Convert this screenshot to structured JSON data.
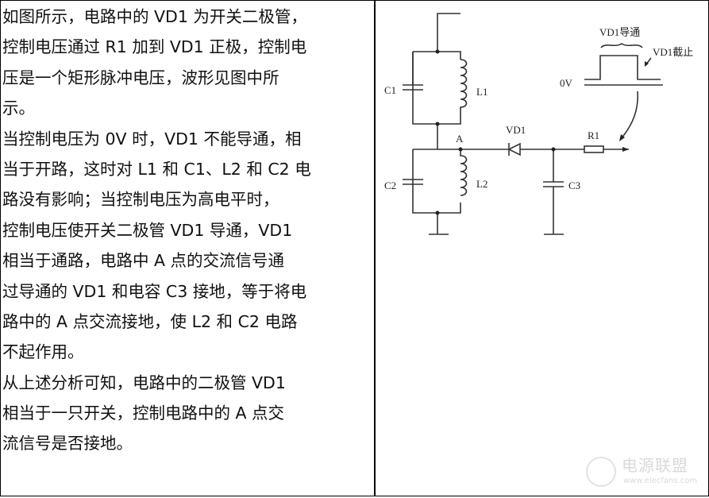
{
  "explanation": {
    "lines": [
      "如图所示，电路中的 VD1 为开关二极管，",
      "控制电压通过 R1 加到 VD1 正极，控制电",
      "压是一个矩形脉冲电压，波形见图中所",
      "示。",
      "当控制电压为 0V 时，VD1 不能导通，相",
      "当于开路，这时对 L1 和 C1、L2 和 C2 电",
      "路没有影响；当控制电压为高电平时，",
      "控制电压使开关二极管 VD1 导通，VD1",
      "相当于通路，电路中 A 点的交流信号通",
      "过导通的 VD1 和电容 C3 接地，等于将电",
      "路中的 A 点交流接地，使 L2 和 C2 电路",
      "不起作用。",
      "从上述分析可知，电路中的二极管 VD1",
      "相当于一只开关，控制电路中的 A 点交",
      "流信号是否接地。"
    ]
  },
  "diagram": {
    "labels": {
      "c1": "C1",
      "l1": "L1",
      "c2": "C2",
      "l2": "L2",
      "c3": "C3",
      "a": "A",
      "vd1": "VD1",
      "r1": "R1",
      "zero_v": "0V",
      "vd1_on": "VD1导通",
      "vd1_off": "VD1截止"
    }
  },
  "watermark": {
    "title": "电源联盟",
    "url": "www.elecfans.com"
  }
}
